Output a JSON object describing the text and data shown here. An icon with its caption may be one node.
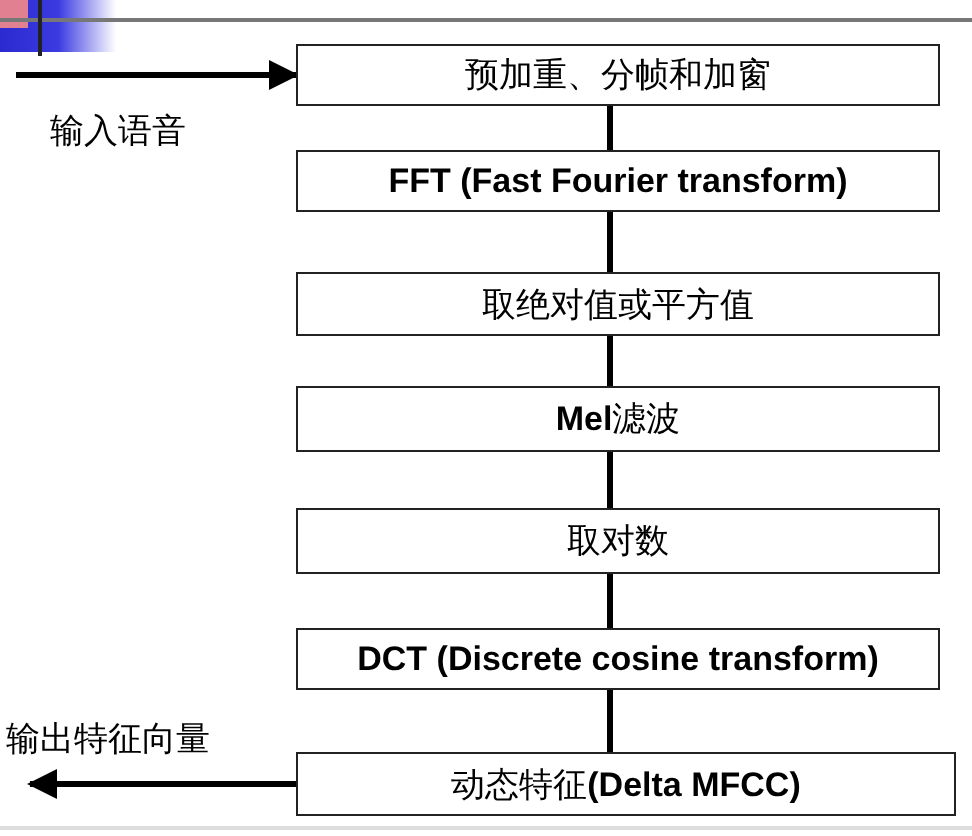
{
  "diagram": {
    "nodes": [
      {
        "text": [
          "预加重、分帧和加窗"
        ]
      },
      {
        "text": [
          "FFT (Fast Fourier transform)"
        ]
      },
      {
        "text": [
          "取绝对值或平方值"
        ]
      },
      {
        "text": [
          "**Mel**滤波"
        ]
      },
      {
        "text": [
          "取对数"
        ]
      },
      {
        "text": [
          "DCT (Discrete cosine transform)"
        ]
      },
      {
        "text": [
          "动态特征**(Delta MFCC)**"
        ]
      }
    ],
    "edges": [
      {
        "from": null,
        "to": 0,
        "arrow": "to",
        "label": "输入语音"
      },
      {
        "from": 0,
        "to": 1,
        "arrow": "none"
      },
      {
        "from": 1,
        "to": 2,
        "arrow": "none"
      },
      {
        "from": 2,
        "to": 3,
        "arrow": "none"
      },
      {
        "from": 3,
        "to": 4,
        "arrow": "none"
      },
      {
        "from": 4,
        "to": 5,
        "arrow": "none"
      },
      {
        "from": 5,
        "to": 6,
        "arrow": "none"
      },
      {
        "from": 6,
        "to": null,
        "arrow": "to",
        "label": "输出特征向量"
      }
    ]
  }
}
